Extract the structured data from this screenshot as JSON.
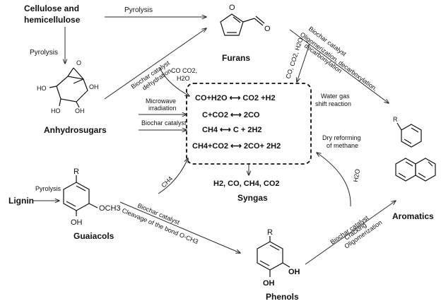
{
  "nodes": {
    "cellulose_1": "Cellulose and",
    "cellulose_2": "hemicellulose",
    "furans": "Furans",
    "anhydrosugars": "Anhydrosugars",
    "lignin": "Lignin",
    "guaiacols": "Guaiacols",
    "phenols": "Phenols",
    "aromatics": "Aromatics",
    "syngas": "Syngas",
    "syngas_products": "H2, CO, CH4, CO2"
  },
  "reactions": [
    "CO+H2O ⟷ CO2 +H2",
    "C+CO2 ⟷ 2CO",
    "CH4 ⟷ C + 2H2",
    "CH4+CO2 ⟷ 2CO+ 2H2"
  ],
  "edge_labels": {
    "pyrolysis_top": "Pyrolysis",
    "pyrolysis_left": "Pyrolysis",
    "pyrolysis_lignin": "Pyrolysis",
    "dehydration_1": "Biochar catalyst",
    "dehydration_2": "dehydration",
    "co_co2_h2o_1": "CO CO2,",
    "co_co2_h2o_2": "H2O",
    "co_co2_h2o_furans": "CO, CO2, H2O",
    "oligomer_1": "Biochar catalyst",
    "oligomer_2": "Oligomerization, decarboxylation,",
    "oligomer_3": "decarbonylation",
    "microwave_1": "Microwave",
    "microwave_2": "irradiation",
    "biochar_catalyst_mid": "Biochar catalyst",
    "water_gas_1": "Water gas",
    "water_gas_2": "shift reaction",
    "dry_reforming_1": "Dry reforming",
    "dry_reforming_2": "of methane",
    "ch4_label": "CH4",
    "h2o_label": "H2O",
    "cleavage_1": "Biochar catalyst",
    "cleavage_2": "Cleavage of the bond O-CH3",
    "cracking_1": "Biochar catalyst",
    "cracking_2": "Cracking",
    "cracking_3": "Oligomerization"
  },
  "chem_labels": {
    "r_guaiacol": "R",
    "och3": "OCH3",
    "oh_guaiacol": "OH",
    "r_phenol": "R",
    "oh_phenol_1": "OH",
    "oh_phenol_2": "OH",
    "r_aromatic": "R",
    "ho_1": "HO",
    "ho_2": "HO",
    "oh_sugar_1": "OH",
    "oh_sugar_2": "OH",
    "o_sugar": "O",
    "o_furan": "O",
    "o_aldehyde": "O"
  }
}
